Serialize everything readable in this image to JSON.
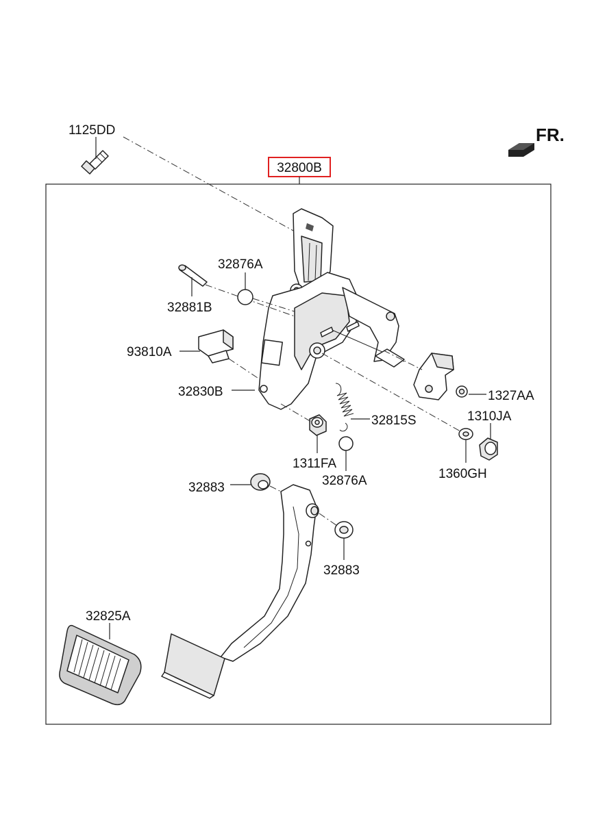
{
  "direction_label": "FR.",
  "assembly": {
    "code": "32800B",
    "highlight_color": "#e02020"
  },
  "labels": {
    "bolt_top": "1125DD",
    "stopper_upper": "32876A",
    "pin": "32881B",
    "switch": "93810A",
    "bracket": "32830B",
    "spring": "32815S",
    "nut_flange": "1327AA",
    "nut": "1310JA",
    "bushing_small": "1311FA",
    "stopper_lower": "32876A",
    "washer": "1360GH",
    "bushing_left": "32883",
    "bushing_right": "32883",
    "pedal_pad": "32825A"
  }
}
